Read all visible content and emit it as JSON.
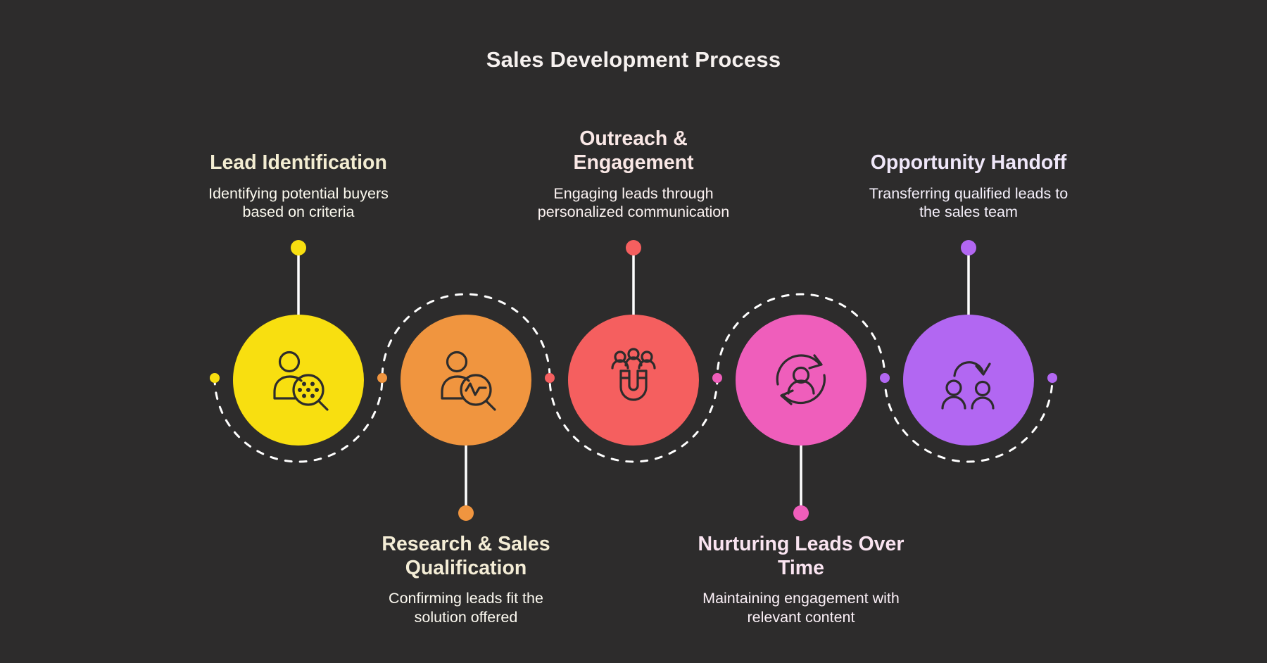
{
  "page": {
    "title": "Sales Development Process",
    "background_color": "#2D2C2C",
    "title_color": "#F6F1EF",
    "connector_color": "#FFFFFF",
    "icon_stroke_color": "#2D2C2C"
  },
  "stages": [
    {
      "title": "Lead Identification",
      "description": "Identifying potential buyers\nbased on criteria",
      "color": "#F8DF10",
      "title_color": "#F3EDD2",
      "description_color": "#FCFAEF",
      "icon": "person-search-icon",
      "label_position": "top"
    },
    {
      "title": "Research & Sales\nQualification",
      "description": "Confirming leads fit the\nsolution offered",
      "color": "#F0953F",
      "title_color": "#F4EDD6",
      "description_color": "#FCF9F0",
      "icon": "person-analytics-icon",
      "label_position": "bottom"
    },
    {
      "title": "Outreach &\nEngagement",
      "description": "Engaging leads through\npersonalized communication",
      "color": "#F55F5F",
      "title_color": "#FAE8E6",
      "description_color": "#FCF3F2",
      "icon": "magnet-people-icon",
      "label_position": "top"
    },
    {
      "title": "Nurturing Leads Over\nTime",
      "description": "Maintaining engagement with\nrelevant content",
      "color": "#EF5EBB",
      "title_color": "#FAE4F1",
      "description_color": "#FBF0F7",
      "icon": "person-cycle-icon",
      "label_position": "bottom"
    },
    {
      "title": "Opportunity Handoff",
      "description": "Transferring qualified leads to\nthe sales team",
      "color": "#B267F2",
      "title_color": "#EFE7F9",
      "description_color": "#F5F0FB",
      "icon": "people-handoff-icon",
      "label_position": "top"
    }
  ]
}
